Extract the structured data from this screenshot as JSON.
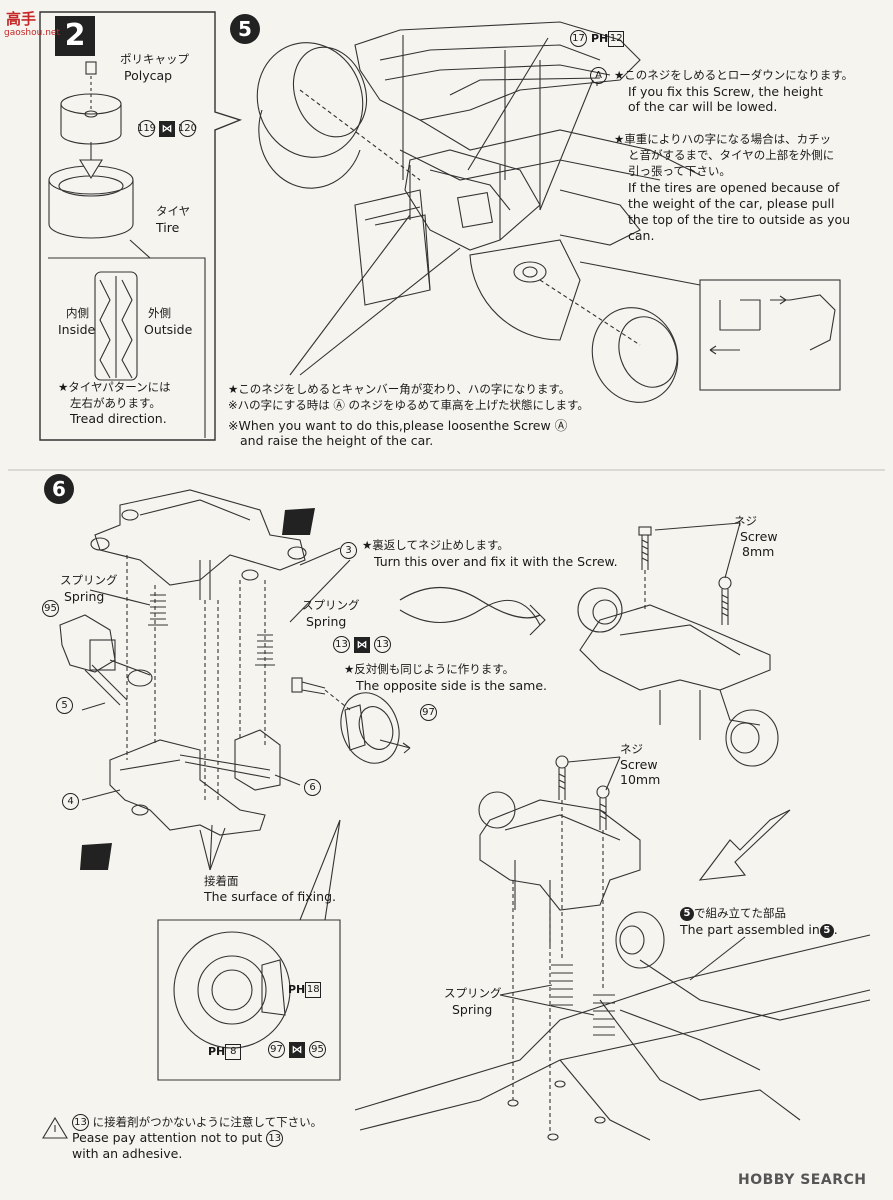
{
  "watermark": {
    "top": "高手",
    "sub": "gaoshou.net",
    "bottom_brand": "HOBBY SEARCH"
  },
  "sidebar_step": {
    "badge": "2",
    "polycap_jp": "ポリキャップ",
    "polycap_en": "Polycap",
    "part_119": "119",
    "part_120": "120",
    "tire_jp": "タイヤ",
    "tire_en": "Tire",
    "inside_jp": "内側",
    "inside_en": "Inside",
    "outside_jp": "外側",
    "outside_en": "Outside",
    "tread_jp1": "★タイヤパターンには",
    "tread_jp2": "左右があります。",
    "tread_en": "Tread direction."
  },
  "step5": {
    "number": "5",
    "part_17": "17",
    "ph12": "12",
    "ph_label": "PH",
    "screw_a": "A",
    "note1_jp": "★このネジをしめるとローダウンになります。",
    "note1_en1": "If you fix this Screw, the height",
    "note1_en2": "of the car will be lowed.",
    "note2_jp1": "★車重によりハの字になる場合は、カチッ",
    "note2_jp2": "と音がするまで、タイヤの上部を外側に",
    "note2_jp3": "引っ張って下さい。",
    "note2_en1": "If the tires are opened because of",
    "note2_en2": "the weight of the car, please pull",
    "note2_en3": "the top of the tire to outside as you",
    "note2_en4": "can.",
    "note3_jp": "★このネジをしめるとキャンバー角が変わり、ハの字になります。",
    "note4_jp": "※ハの字にする時は Ⓐ のネジをゆるめて車高を上げた状態にします。",
    "note4_en1": "※When you want to do this,please loosenthe Screw Ⓐ",
    "note4_en2": "and raise the height of the car."
  },
  "step6": {
    "number": "6",
    "part_3": "3",
    "part_4": "4",
    "part_5": "5",
    "part_6": "6",
    "part_13": "13",
    "part_95": "95",
    "part_97": "97",
    "spring_jp": "スプリング",
    "spring_en": "Spring",
    "turn_jp": "★裏返してネジ止めします。",
    "turn_en": "Turn this over and fix it with the Screw.",
    "opp_jp": "★反対側も同じように作ります。",
    "opp_en": "The opposite side is the same.",
    "screw_jp": "ネジ",
    "screw_en": "Screw",
    "screw_8": "8mm",
    "screw_10": "10mm",
    "fix_jp": "接着面",
    "fix_en": "The surface of fixing.",
    "ph18": "18",
    "ph8": "8",
    "assembled_jp": "で組み立てた部品",
    "assembled_en": "The part assembled in",
    "caution_jp": "に接着剤がつかないように注意して下さい。",
    "caution_en1": "Pease pay attention not to put",
    "caution_en2": "with an adhesive."
  }
}
